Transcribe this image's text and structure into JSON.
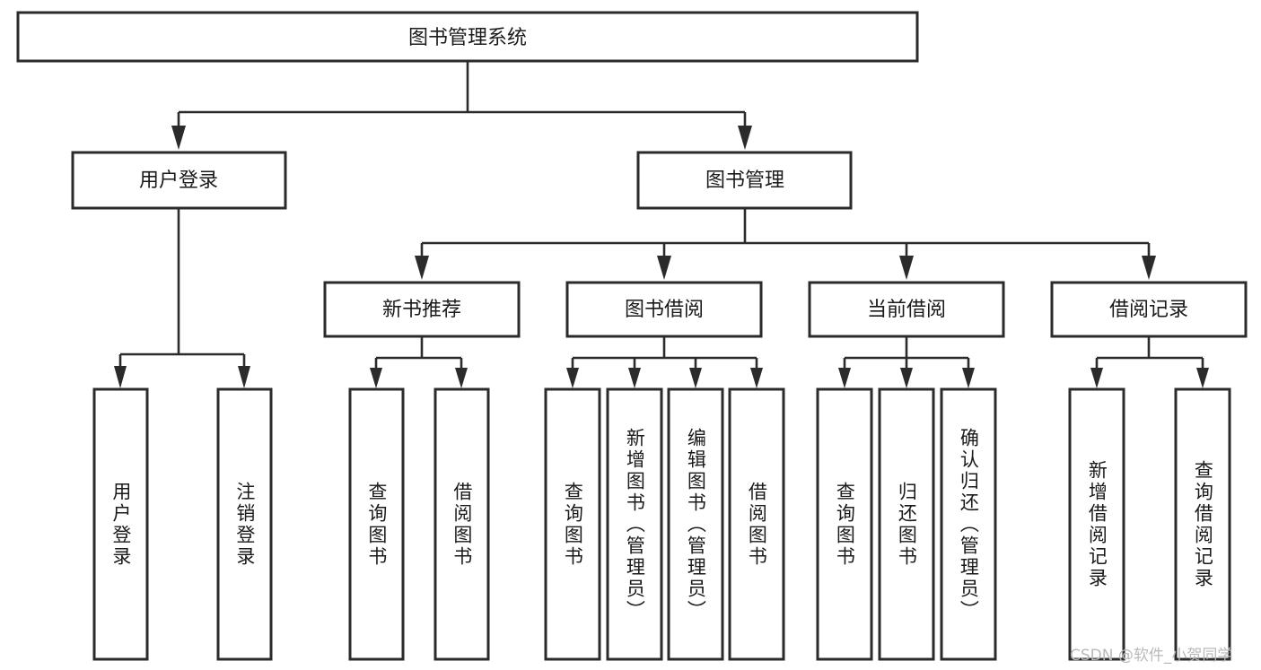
{
  "diagram": {
    "title": "图书管理系统",
    "watermark": "CSDN @软件_小贺同学",
    "colors": {
      "box_stroke": "#2b2b2b",
      "box_fill": "#ffffff",
      "text": "#1a1a1a",
      "background": "#ffffff",
      "watermark": "#b9b9b9"
    },
    "levels": {
      "root": {
        "label": "图书管理系统"
      },
      "level2": [
        {
          "label": "用户登录"
        },
        {
          "label": "图书管理"
        }
      ],
      "level3": [
        {
          "label": "新书推荐"
        },
        {
          "label": "图书借阅"
        },
        {
          "label": "当前借阅"
        },
        {
          "label": "借阅记录"
        }
      ],
      "leaves": [
        {
          "label": "用户登录"
        },
        {
          "label": "注销登录"
        },
        {
          "label": "查询图书"
        },
        {
          "label": "借阅图书"
        },
        {
          "label": "查询图书"
        },
        {
          "label": "新增图书（管理员）"
        },
        {
          "label": "编辑图书（管理员）"
        },
        {
          "label": "借阅图书"
        },
        {
          "label": "查询图书"
        },
        {
          "label": "归还图书"
        },
        {
          "label": "确认归还（管理员）"
        },
        {
          "label": "新增借阅记录"
        },
        {
          "label": "查询借阅记录"
        }
      ]
    }
  }
}
